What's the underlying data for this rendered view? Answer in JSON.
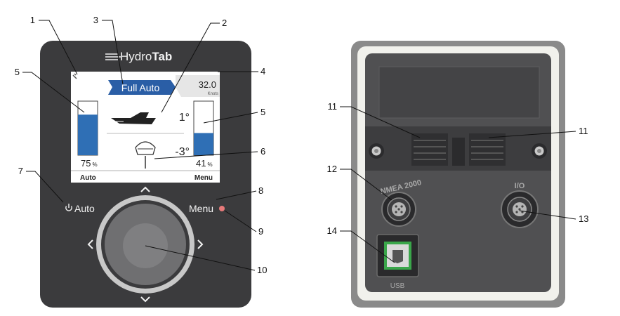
{
  "callouts": [
    "1",
    "2",
    "3",
    "4",
    "5",
    "5",
    "6",
    "7",
    "8",
    "9",
    "10",
    "11",
    "11",
    "12",
    "13",
    "14"
  ],
  "front_panel": {
    "brand_prefix": "Hydro",
    "brand_suffix": "Tab",
    "mode": "Full Auto",
    "speed_value": "32.0",
    "speed_unit": "Knots",
    "trim_angle": "1°",
    "roll_angle": "-3°",
    "left_tab_percent": "75",
    "right_tab_percent": "41",
    "percent_sign": "%",
    "left_soft_key": "Auto",
    "right_soft_key": "Menu",
    "auto_button": "Auto",
    "menu_button": "Menu",
    "left_tab_level": 0.75,
    "right_tab_level": 0.41
  },
  "rear_panel": {
    "connector_nmea": "NMEA 2000",
    "connector_io": "I/O",
    "connector_usb": "USB"
  },
  "colors": {
    "panel": "#3b3b3d",
    "tab_blue": "#2f6fb5",
    "mode_blue": "#2a5ea6",
    "menu_led": "#e77a7a",
    "usb_green": "#3aa64a"
  }
}
